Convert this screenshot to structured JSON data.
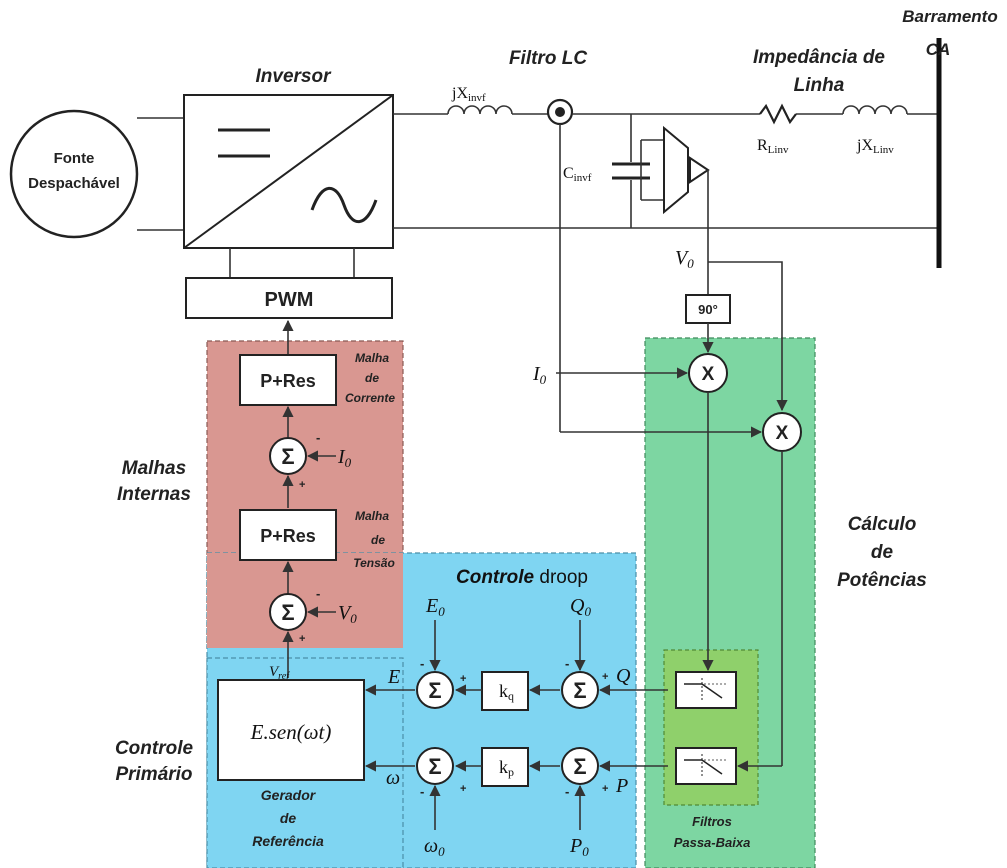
{
  "labels": {
    "barramento": "Barramento",
    "ca": "CA",
    "inversor": "Inversor",
    "filtro_lc": "Filtro LC",
    "impedancia": "Impedância de",
    "linha": "Linha",
    "fonte_1": "Fonte",
    "fonte_2": "Despachável",
    "jx_invf": "jX",
    "jx_invf_sub": "invf",
    "c_invf": "C",
    "c_invf_sub": "invf",
    "r_linv": "R",
    "r_linv_sub": "Linv",
    "jx_linv": "jX",
    "jx_linv_sub": "Linv",
    "pwm": "PWM",
    "v0_top": "V",
    "v0_top_sub": "0",
    "deg90": "90°",
    "i0_left": "I",
    "i0_left_sub": "0",
    "p_res_1": "P+Res",
    "p_res_2": "P+Res",
    "malha_corrente_1": "Malha",
    "malha_corrente_2": "de",
    "malha_corrente_3": "Corrente",
    "malha_tensao_1": "Malha",
    "malha_tensao_2": "de",
    "malha_tensao_3": "Tensão",
    "malhas_internas_1": "Malhas",
    "malhas_internas_2": "Internas",
    "sum_i0": "I",
    "sum_i0_sub": "0",
    "sum_v0": "V",
    "sum_v0_sub": "0",
    "controle_droop_1": "Controle",
    "controle_droop_2": "droop",
    "e0": "E",
    "e0_sub": "0",
    "q0": "Q",
    "q0_sub": "0",
    "vref": "V",
    "vref_sub": "ref",
    "e_sig": "E",
    "q_sig": "Q",
    "kq": "k",
    "kq_sub": "q",
    "kp": "k",
    "kp_sub": "p",
    "esen": "E.sen(ωt)",
    "omega": "ω",
    "p_sig": "P",
    "controle_primario_1": "Controle",
    "controle_primario_2": "Primário",
    "gerador_1": "Gerador",
    "gerador_2": "de",
    "gerador_3": "Referência",
    "omega0": "ω",
    "omega0_sub": "0",
    "p0": "P",
    "p0_sub": "0",
    "filtros_1": "Filtros",
    "filtros_2": "Passa-Baixa",
    "calculo_1": "Cálculo",
    "calculo_2": "de",
    "calculo_3": "Potências",
    "mult": "X",
    "sigma": "Σ",
    "plus": "+",
    "minus": "-"
  },
  "colors": {
    "internal_loops_bg": "#d99791",
    "droop_bg": "#7fd5f2",
    "power_calc_bg": "#7dd6a2",
    "filters_bg": "#8fd06b"
  }
}
